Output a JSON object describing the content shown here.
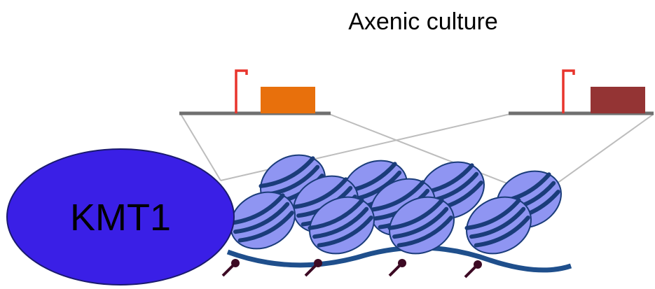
{
  "title": "Axenic culture",
  "enzyme": {
    "label": "KMT1",
    "fill": "#3a1fe6",
    "stroke": "#1a1a6e"
  },
  "genes": [
    {
      "name": "gene-left",
      "box_color": "#e8700c",
      "promoter_color": "#e8342c"
    },
    {
      "name": "gene-right",
      "box_color": "#943434",
      "promoter_color": "#e8342c"
    }
  ],
  "chromatin": {
    "nucleosome_color": "#8f95f2",
    "band_color": "#1a3c7a",
    "dna_color": "#1f4f8c",
    "mark_color": "#3d0a24",
    "nucleosome_count": 10,
    "methyl_mark_count": 4
  },
  "colors": {
    "gene_line": "#707070",
    "zoom_line": "#bdbdbd"
  }
}
